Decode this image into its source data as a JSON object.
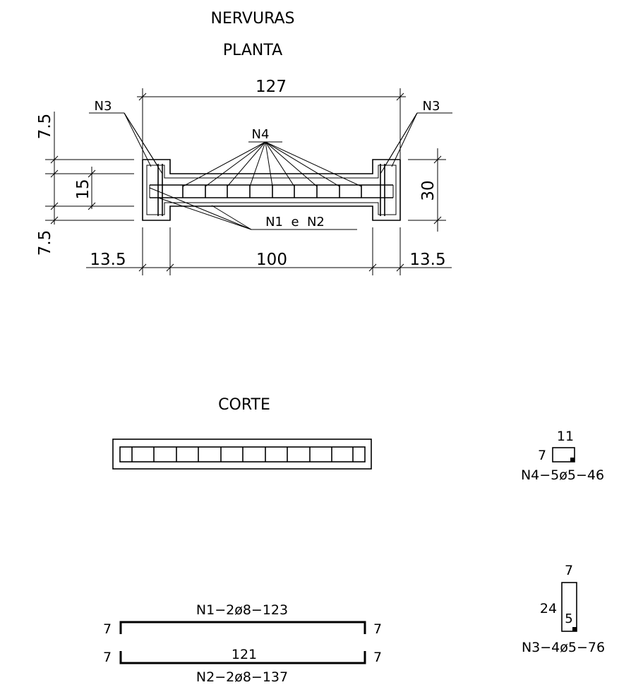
{
  "titles": {
    "nervuras": "NERVURAS",
    "planta": "PLANTA",
    "corte": "CORTE"
  },
  "plan": {
    "dim_top": "127",
    "dim_left_top": "7.5",
    "dim_left_mid": "15",
    "dim_left_bottom": "7.5",
    "dim_right": "30",
    "dim_bottom_left": "13.5",
    "dim_bottom_mid": "100",
    "dim_bottom_right": "13.5",
    "label_n3_left": "N3",
    "label_n3_right": "N3",
    "label_n4": "N4",
    "label_n1n2": "N1  e  N2"
  },
  "bars": {
    "n4_width": "11",
    "n4_height": "7",
    "n4_spec": "N4−5ø5−46",
    "n3_width": "7",
    "n3_height": "24",
    "n3_inner": "5",
    "n3_spec": "N3−4ø5−76",
    "n1_spec": "N1−2ø8−123",
    "n1_hook_left": "7",
    "n1_hook_right": "7",
    "n2_length": "121",
    "n2_hook_left": "7",
    "n2_hook_right": "7",
    "n2_spec": "N2−2ø8−137"
  }
}
